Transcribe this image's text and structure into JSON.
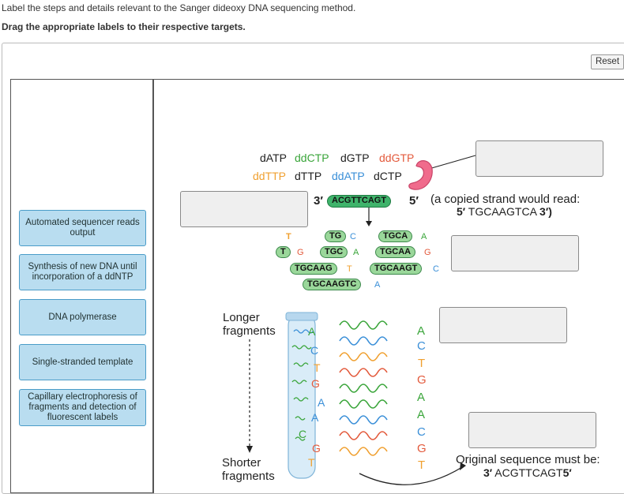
{
  "instructions": {
    "line1": "Label the steps and details relevant to the Sanger dideoxy DNA sequencing method.",
    "line2": "Drag the appropriate labels to their respective targets."
  },
  "toolbar": {
    "reset_label": "Reset"
  },
  "labels": [
    "Automated sequencer reads output",
    "Synthesis of new DNA until incorporation of a ddNTP",
    "DNA polymerase",
    "Single-stranded template",
    "Capillary electrophoresis of fragments and detection of fluorescent labels"
  ],
  "nucleotides": {
    "row1": [
      "dATP",
      "ddCTP",
      "dGTP",
      "ddGTP"
    ],
    "row2": [
      "ddTTP",
      "dTTP",
      "ddATP",
      "dCTP"
    ]
  },
  "template": {
    "left_end": "3′",
    "sequence": "ACGTTCAGT",
    "right_end": "5′",
    "note_line1": "(a copied strand would read:",
    "note_line2_prefix": "5′",
    "note_line2_seq": "TGCAAGTCA",
    "note_line2_suffix": "3′)"
  },
  "fragments": [
    {
      "pill": "",
      "end": "T"
    },
    {
      "pill": "TG",
      "end": "C"
    },
    {
      "pill": "TGCA",
      "end": "A"
    },
    {
      "pill": "T",
      "end": "G"
    },
    {
      "pill": "TGC",
      "end": "A"
    },
    {
      "pill": "TGCAA",
      "end": "G"
    },
    {
      "pill": "TGCAAG",
      "end": "T"
    },
    {
      "pill": "TGCAAGT",
      "end": "C"
    },
    {
      "pill": "TGCAAGTC",
      "end": "A"
    }
  ],
  "gel": {
    "longer": [
      "Longer",
      "fragments"
    ],
    "shorter": [
      "Shorter",
      "fragments"
    ],
    "tube_letters": [
      "A",
      "C",
      "T",
      "G",
      "A",
      "A",
      "C",
      "G",
      "T"
    ],
    "read_letters": [
      "A",
      "C",
      "T",
      "G",
      "A",
      "A",
      "C",
      "G",
      "T"
    ]
  },
  "original": {
    "line1": "Original sequence must be:",
    "prefix": "3′",
    "seq": "ACGTTCAGT",
    "suffix": "5′"
  },
  "colors": {
    "A": "#3aa53a",
    "C": "#3a8fd8",
    "G": "#e35a3c",
    "T": "#f0a030"
  }
}
